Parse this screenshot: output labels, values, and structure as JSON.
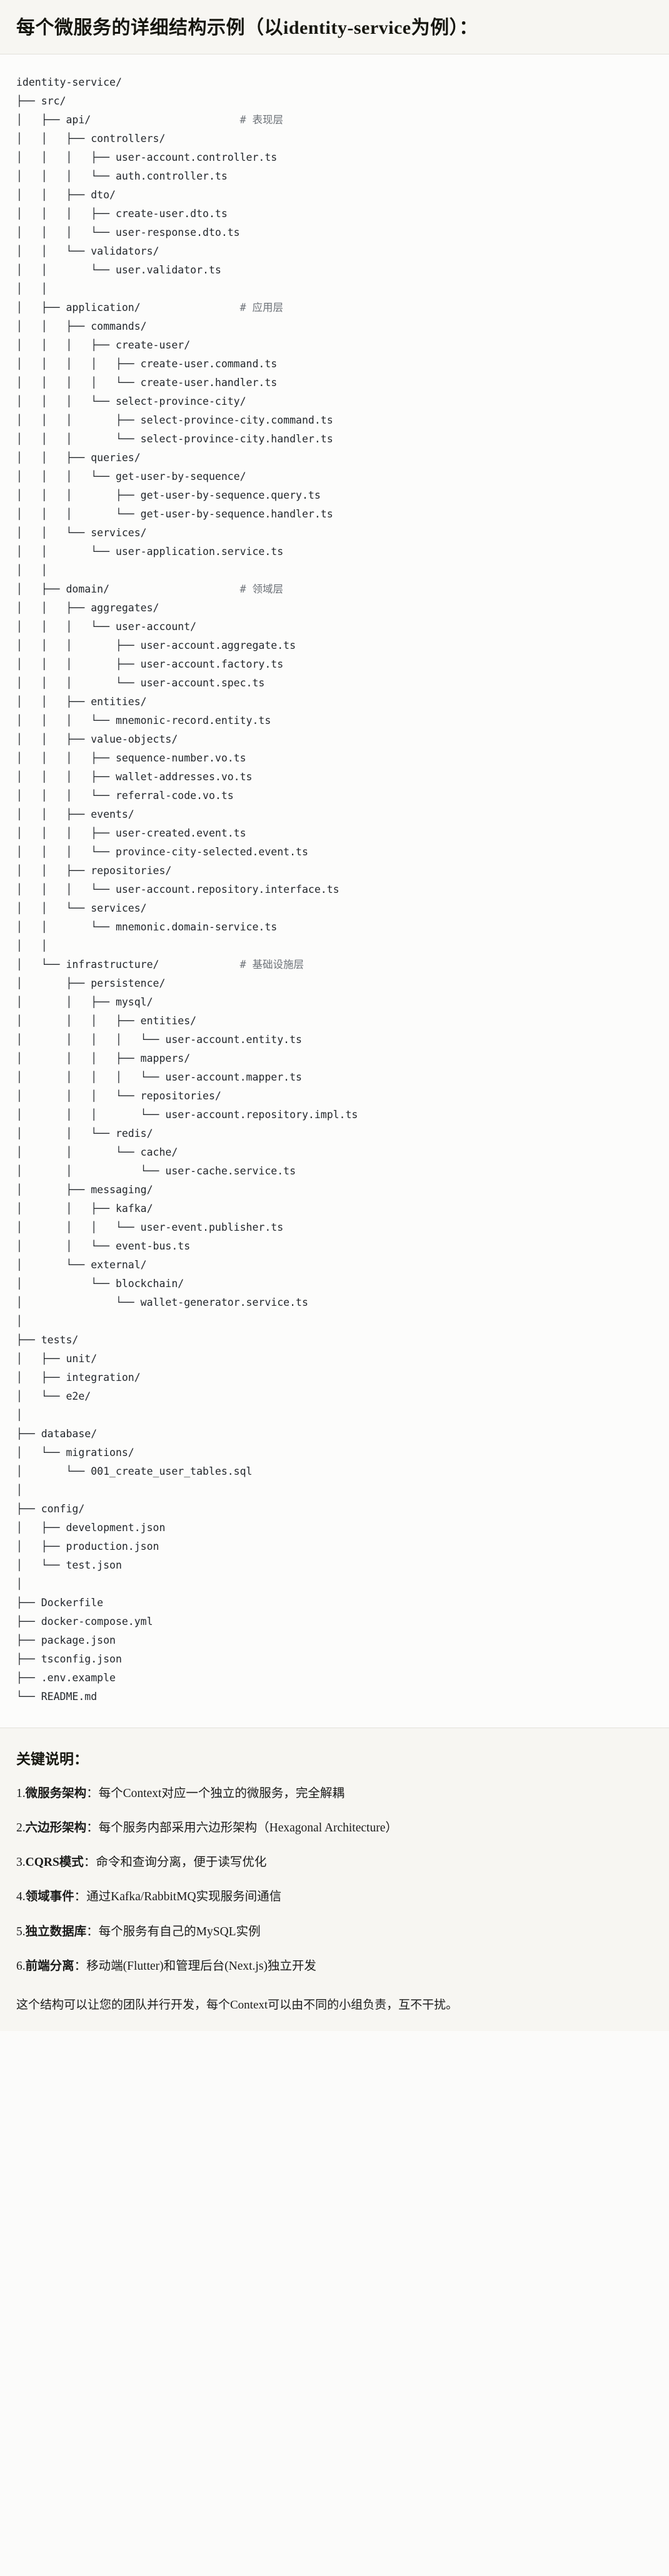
{
  "title": "每个微服务的详细结构示例（以identity-service为例）：",
  "tree": {
    "lines": [
      {
        "t": "identity-service/",
        "c": ""
      },
      {
        "t": "├── src/",
        "c": ""
      },
      {
        "t": "│   ├── api/",
        "c": "# 表现层"
      },
      {
        "t": "│   │   ├── controllers/",
        "c": ""
      },
      {
        "t": "│   │   │   ├── user-account.controller.ts",
        "c": ""
      },
      {
        "t": "│   │   │   └── auth.controller.ts",
        "c": ""
      },
      {
        "t": "│   │   ├── dto/",
        "c": ""
      },
      {
        "t": "│   │   │   ├── create-user.dto.ts",
        "c": ""
      },
      {
        "t": "│   │   │   └── user-response.dto.ts",
        "c": ""
      },
      {
        "t": "│   │   └── validators/",
        "c": ""
      },
      {
        "t": "│   │       └── user.validator.ts",
        "c": ""
      },
      {
        "t": "│   │",
        "c": ""
      },
      {
        "t": "│   ├── application/",
        "c": "# 应用层"
      },
      {
        "t": "│   │   ├── commands/",
        "c": ""
      },
      {
        "t": "│   │   │   ├── create-user/",
        "c": ""
      },
      {
        "t": "│   │   │   │   ├── create-user.command.ts",
        "c": ""
      },
      {
        "t": "│   │   │   │   └── create-user.handler.ts",
        "c": ""
      },
      {
        "t": "│   │   │   └── select-province-city/",
        "c": ""
      },
      {
        "t": "│   │   │       ├── select-province-city.command.ts",
        "c": ""
      },
      {
        "t": "│   │   │       └── select-province-city.handler.ts",
        "c": ""
      },
      {
        "t": "│   │   ├── queries/",
        "c": ""
      },
      {
        "t": "│   │   │   └── get-user-by-sequence/",
        "c": ""
      },
      {
        "t": "│   │   │       ├── get-user-by-sequence.query.ts",
        "c": ""
      },
      {
        "t": "│   │   │       └── get-user-by-sequence.handler.ts",
        "c": ""
      },
      {
        "t": "│   │   └── services/",
        "c": ""
      },
      {
        "t": "│   │       └── user-application.service.ts",
        "c": ""
      },
      {
        "t": "│   │",
        "c": ""
      },
      {
        "t": "│   ├── domain/",
        "c": "# 领域层"
      },
      {
        "t": "│   │   ├── aggregates/",
        "c": ""
      },
      {
        "t": "│   │   │   └── user-account/",
        "c": ""
      },
      {
        "t": "│   │   │       ├── user-account.aggregate.ts",
        "c": ""
      },
      {
        "t": "│   │   │       ├── user-account.factory.ts",
        "c": ""
      },
      {
        "t": "│   │   │       └── user-account.spec.ts",
        "c": ""
      },
      {
        "t": "│   │   ├── entities/",
        "c": ""
      },
      {
        "t": "│   │   │   └── mnemonic-record.entity.ts",
        "c": ""
      },
      {
        "t": "│   │   ├── value-objects/",
        "c": ""
      },
      {
        "t": "│   │   │   ├── sequence-number.vo.ts",
        "c": ""
      },
      {
        "t": "│   │   │   ├── wallet-addresses.vo.ts",
        "c": ""
      },
      {
        "t": "│   │   │   └── referral-code.vo.ts",
        "c": ""
      },
      {
        "t": "│   │   ├── events/",
        "c": ""
      },
      {
        "t": "│   │   │   ├── user-created.event.ts",
        "c": ""
      },
      {
        "t": "│   │   │   └── province-city-selected.event.ts",
        "c": ""
      },
      {
        "t": "│   │   ├── repositories/",
        "c": ""
      },
      {
        "t": "│   │   │   └── user-account.repository.interface.ts",
        "c": ""
      },
      {
        "t": "│   │   └── services/",
        "c": ""
      },
      {
        "t": "│   │       └── mnemonic.domain-service.ts",
        "c": ""
      },
      {
        "t": "│   │",
        "c": ""
      },
      {
        "t": "│   └── infrastructure/",
        "c": "# 基础设施层"
      },
      {
        "t": "│       ├── persistence/",
        "c": ""
      },
      {
        "t": "│       │   ├── mysql/",
        "c": ""
      },
      {
        "t": "│       │   │   ├── entities/",
        "c": ""
      },
      {
        "t": "│       │   │   │   └── user-account.entity.ts",
        "c": ""
      },
      {
        "t": "│       │   │   ├── mappers/",
        "c": ""
      },
      {
        "t": "│       │   │   │   └── user-account.mapper.ts",
        "c": ""
      },
      {
        "t": "│       │   │   └── repositories/",
        "c": ""
      },
      {
        "t": "│       │   │       └── user-account.repository.impl.ts",
        "c": ""
      },
      {
        "t": "│       │   └── redis/",
        "c": ""
      },
      {
        "t": "│       │       └── cache/",
        "c": ""
      },
      {
        "t": "│       │           └── user-cache.service.ts",
        "c": ""
      },
      {
        "t": "│       ├── messaging/",
        "c": ""
      },
      {
        "t": "│       │   ├── kafka/",
        "c": ""
      },
      {
        "t": "│       │   │   └── user-event.publisher.ts",
        "c": ""
      },
      {
        "t": "│       │   └── event-bus.ts",
        "c": ""
      },
      {
        "t": "│       └── external/",
        "c": ""
      },
      {
        "t": "│           └── blockchain/",
        "c": ""
      },
      {
        "t": "│               └── wallet-generator.service.ts",
        "c": ""
      },
      {
        "t": "│",
        "c": ""
      },
      {
        "t": "├── tests/",
        "c": ""
      },
      {
        "t": "│   ├── unit/",
        "c": ""
      },
      {
        "t": "│   ├── integration/",
        "c": ""
      },
      {
        "t": "│   └── e2e/",
        "c": ""
      },
      {
        "t": "│",
        "c": ""
      },
      {
        "t": "├── database/",
        "c": ""
      },
      {
        "t": "│   └── migrations/",
        "c": ""
      },
      {
        "t": "│       └── 001_create_user_tables.sql",
        "c": ""
      },
      {
        "t": "│",
        "c": ""
      },
      {
        "t": "├── config/",
        "c": ""
      },
      {
        "t": "│   ├── development.json",
        "c": ""
      },
      {
        "t": "│   ├── production.json",
        "c": ""
      },
      {
        "t": "│   └── test.json",
        "c": ""
      },
      {
        "t": "│",
        "c": ""
      },
      {
        "t": "├── Dockerfile",
        "c": ""
      },
      {
        "t": "├── docker-compose.yml",
        "c": ""
      },
      {
        "t": "├── package.json",
        "c": ""
      },
      {
        "t": "├── tsconfig.json",
        "c": ""
      },
      {
        "t": "├── .env.example",
        "c": ""
      },
      {
        "t": "└── README.md",
        "c": ""
      }
    ]
  },
  "notes": {
    "heading": "关键说明：",
    "items": [
      {
        "num": "1.",
        "lead": "微服务架构",
        "rest": "：每个Context对应一个独立的微服务，完全解耦"
      },
      {
        "num": "2.",
        "lead": "六边形架构",
        "rest": "：每个服务内部采用六边形架构（Hexagonal Architecture）"
      },
      {
        "num": "3.",
        "lead": "CQRS模式",
        "rest": "：命令和查询分离，便于读写优化"
      },
      {
        "num": "4.",
        "lead": "领域事件",
        "rest": "：通过Kafka/RabbitMQ实现服务间通信"
      },
      {
        "num": "5.",
        "lead": "独立数据库",
        "rest": "：每个服务有自己的MySQL实例"
      },
      {
        "num": "6.",
        "lead": "前端分离",
        "rest": "：移动端(Flutter)和管理后台(Next.js)独立开发"
      }
    ],
    "closing": "这个结构可以让您的团队并行开发，每个Context可以由不同的小组负责，互不干扰。"
  }
}
